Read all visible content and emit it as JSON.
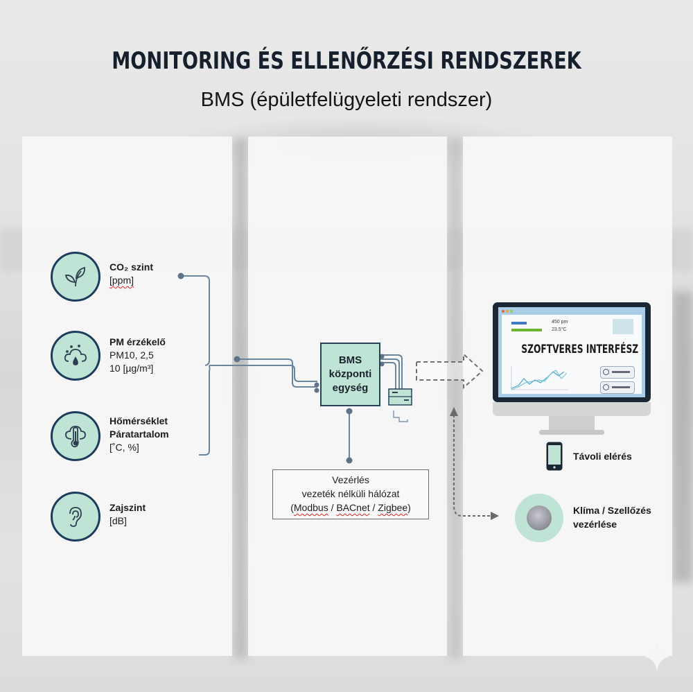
{
  "header": {
    "title": "MONITORING ÉS ELLENŐRZÉSI RENDSZEREK",
    "subtitle": "BMS (épületfelügyeleti rendszer)"
  },
  "sensors": [
    {
      "icon": "leaf-icon",
      "title": "CO₂ szint",
      "lines": [
        "[ppm]"
      ]
    },
    {
      "icon": "cloud-droplet-icon",
      "title": "PM érzékelő",
      "lines": [
        "PM10, 2,5",
        "10 [µg/m³]"
      ]
    },
    {
      "icon": "thermometer-cloud-icon",
      "title": "Hőmérséklet",
      "lines": [
        "Páratartalom",
        "[˚C, %]"
      ]
    },
    {
      "icon": "ear-icon",
      "title": "Zajszint",
      "lines": [
        "[dB]"
      ]
    }
  ],
  "bms": {
    "lines": [
      "BMS",
      "központi",
      "egység"
    ]
  },
  "network": {
    "lines": [
      "Vezérlés",
      "vezeték nélküli hálózat"
    ],
    "protocols_open": "(",
    "protocols": [
      "Modbus",
      "BACnet",
      "Zigbee"
    ],
    "separator": " / ",
    "protocols_close": ")"
  },
  "software": {
    "title": "SZOFTVERES INTERFÉSZ",
    "readings": [
      "450 pm",
      "23.5°C"
    ]
  },
  "outputs": {
    "remote": "Távoli elérés",
    "climate": [
      "Klíma / Szellőzés",
      "vezérlése"
    ]
  },
  "colors": {
    "accent_green": "#bfe3d4",
    "navy": "#1d3b5c",
    "connector": "#6a849c"
  }
}
